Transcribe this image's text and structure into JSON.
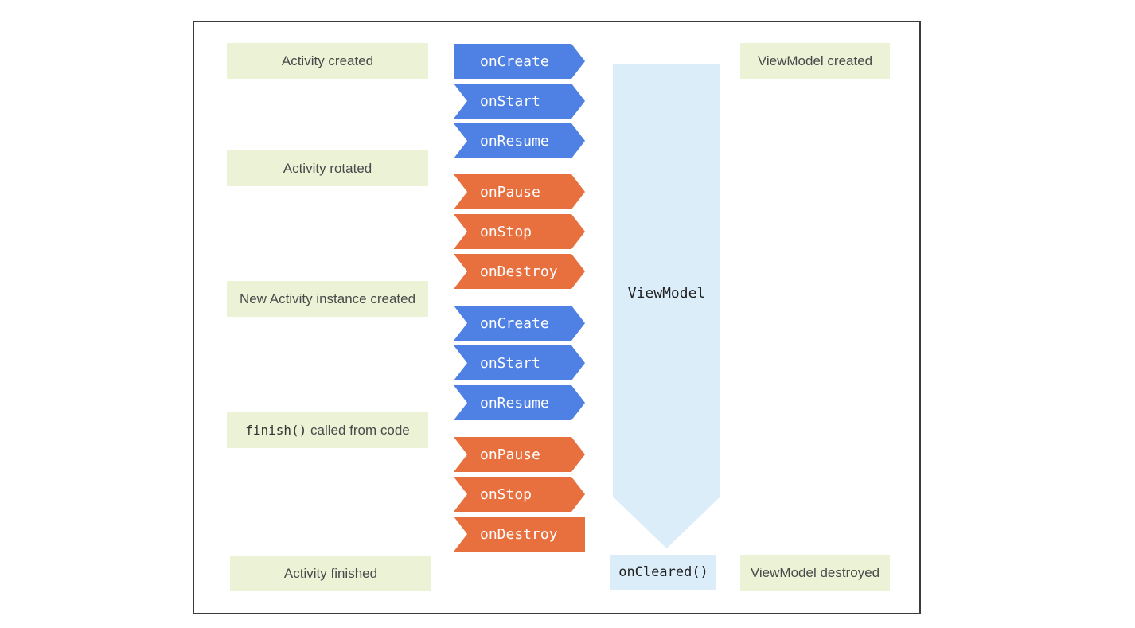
{
  "events": {
    "activity_created": "Activity created",
    "activity_rotated": "Activity rotated",
    "new_instance": "New Activity instance created",
    "finish_code": "finish()",
    "finish_text": " called from code",
    "activity_finished": "Activity finished",
    "viewmodel_created": "ViewModel created",
    "viewmodel_destroyed": "ViewModel destroyed"
  },
  "callbacks": [
    "onCreate",
    "onStart",
    "onResume",
    "onPause",
    "onStop",
    "onDestroy",
    "onCreate",
    "onStart",
    "onResume",
    "onPause",
    "onStop",
    "onDestroy"
  ],
  "viewmodel": {
    "label": "ViewModel",
    "cleared": "onCleared()"
  },
  "colors": {
    "started": "#4f81e5",
    "stopped": "#e8703f",
    "event_box": "#ebf2d6",
    "viewmodel": "#dcedfa",
    "border": "#3c3c3c"
  }
}
